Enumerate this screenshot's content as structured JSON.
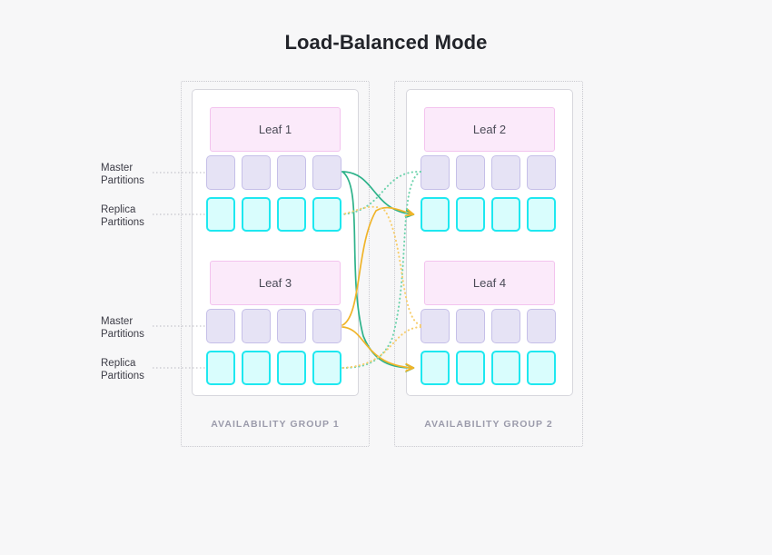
{
  "title": "Load-Balanced Mode",
  "colors": {
    "background": "#f7f7f8",
    "title_text": "#22242a",
    "leaf_fill": "#fbeafa",
    "leaf_border": "#f3c3ee",
    "master_fill": "#e6e3f5",
    "master_border": "#c5bfe8",
    "replica_fill": "#d9fdfd",
    "replica_border": "#1ee8f0",
    "card_border": "#d7d7dd",
    "group_border": "#c9c9cf",
    "group_caption": "#9b9bab",
    "wire_green": "#2db28a",
    "wire_green_dotted": "#6ed3ad",
    "wire_orange": "#f0b429",
    "wire_orange_dotted": "#f7cd6b",
    "leader_line": "#b9b9c2"
  },
  "groups": [
    {
      "caption": "AVAILABILITY GROUP 1",
      "leaves": [
        {
          "name": "Leaf 1",
          "master_label": "Master\nPartitions",
          "replica_label": "Replica\nPartitions",
          "master_partitions": [
            "m1",
            "m2",
            "m3",
            "m4"
          ],
          "replica_partitions": [
            "r1",
            "r2",
            "r3",
            "r4"
          ]
        },
        {
          "name": "Leaf 3",
          "master_label": "Master\nPartitions",
          "replica_label": "Replica\nPartitions",
          "master_partitions": [
            "m1",
            "m2",
            "m3",
            "m4"
          ],
          "replica_partitions": [
            "r1",
            "r2",
            "r3",
            "r4"
          ]
        }
      ]
    },
    {
      "caption": "AVAILABILITY GROUP 2",
      "leaves": [
        {
          "name": "Leaf 2",
          "master_partitions": [
            "m1",
            "m2",
            "m3",
            "m4"
          ],
          "replica_partitions": [
            "r1",
            "r2",
            "r3",
            "r4"
          ]
        },
        {
          "name": "Leaf 4",
          "master_partitions": [
            "m1",
            "m2",
            "m3",
            "m4"
          ],
          "replica_partitions": [
            "r1",
            "r2",
            "r3",
            "r4"
          ]
        }
      ]
    }
  ],
  "side_labels": [
    {
      "text": "Master\nPartitions"
    },
    {
      "text": "Replica\nPartitions"
    },
    {
      "text": "Master\nPartitions"
    },
    {
      "text": "Replica\nPartitions"
    }
  ],
  "replication_links": [
    {
      "from": "leaf1-master",
      "to": "leaf4-replica",
      "style": "solid",
      "color": "green"
    },
    {
      "from": "leaf1-master",
      "to": "leaf2-replica",
      "style": "solid",
      "color": "green"
    },
    {
      "from": "leaf3-master",
      "to": "leaf2-replica",
      "style": "solid",
      "color": "orange"
    },
    {
      "from": "leaf3-master",
      "to": "leaf4-replica",
      "style": "solid",
      "color": "orange"
    },
    {
      "from": "leaf2-master",
      "to": "leaf1-replica",
      "style": "dotted",
      "color": "green"
    },
    {
      "from": "leaf2-master",
      "to": "leaf3-replica",
      "style": "dotted",
      "color": "green"
    },
    {
      "from": "leaf4-master",
      "to": "leaf1-replica",
      "style": "dotted",
      "color": "orange"
    },
    {
      "from": "leaf4-master",
      "to": "leaf3-replica",
      "style": "dotted",
      "color": "orange"
    }
  ]
}
